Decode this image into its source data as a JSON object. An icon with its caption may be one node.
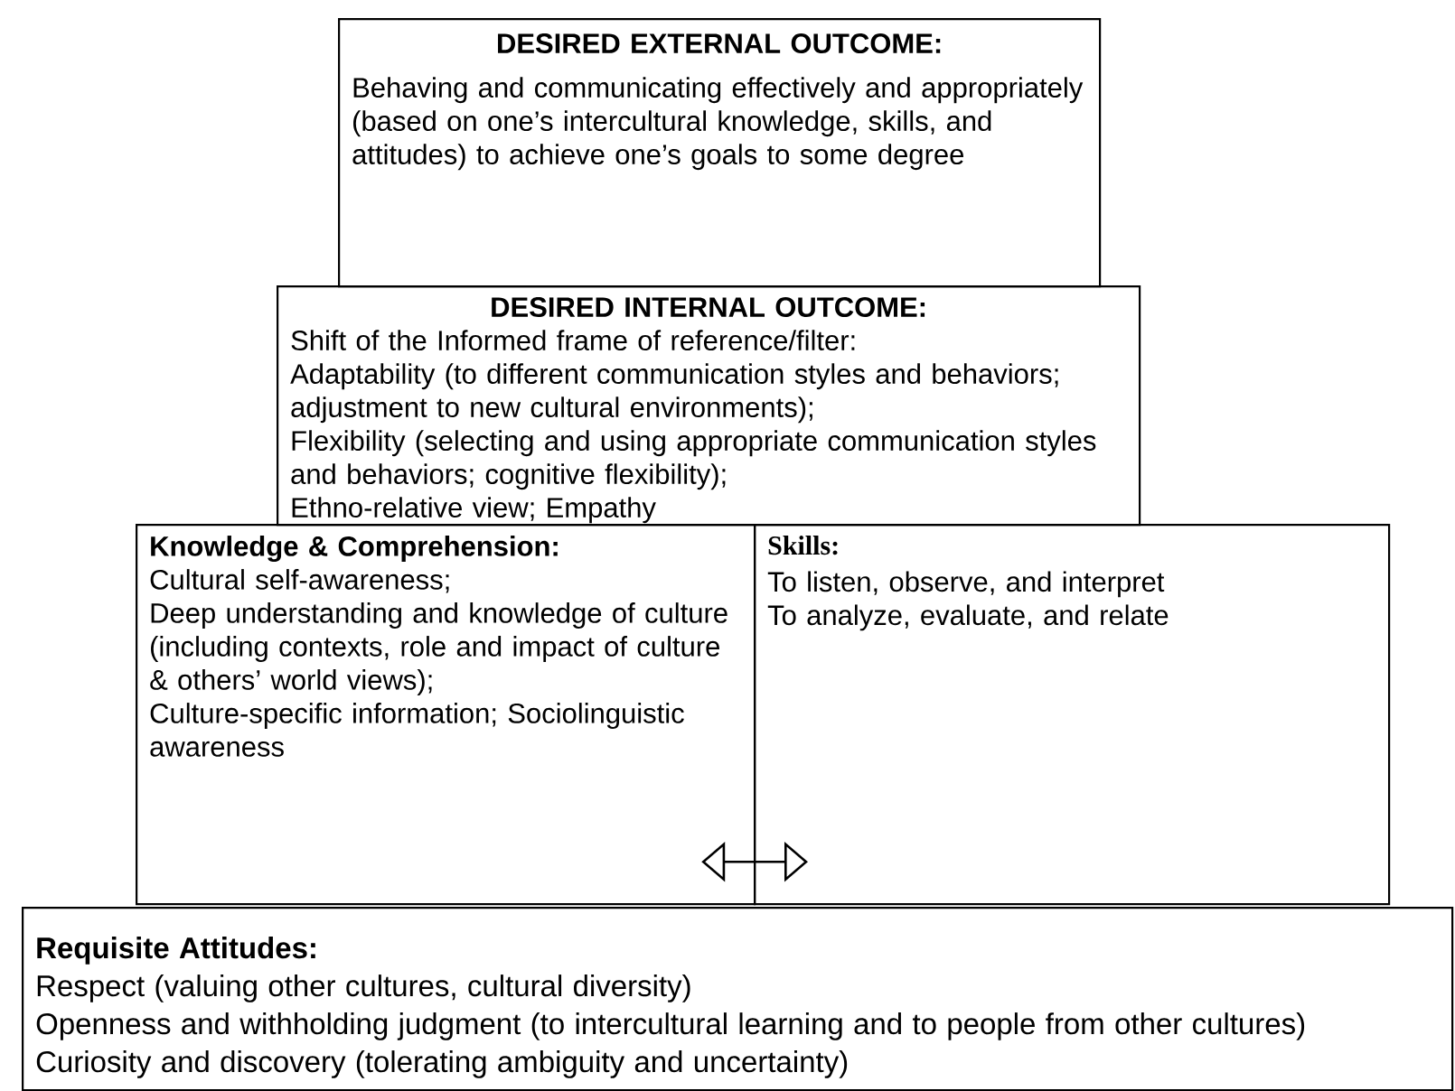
{
  "diagram": {
    "nodes": [
      {
        "text": [
          "DESIRED EXTERNAL OUTCOME:",
          "Behaving and communicating effectively and appropriately (based on one’s intercultural knowledge, skills, and attitudes) to achieve one’s goals to some degree"
        ]
      },
      {
        "text": [
          "DESIRED INTERNAL OUTCOME:",
          "Shift of the Informed frame of reference/filter:",
          "Adaptability (to different communication styles and behaviors; adjustment to new cultural environments);",
          "Flexibility (selecting and using appropriate communication styles and behaviors; cognitive flexibility);",
          "Ethno-relative view; Empathy"
        ]
      },
      {
        "text": [
          "Knowledge & Comprehension:",
          "Cultural self-awareness;",
          "Deep understanding and knowledge of culture (including contexts, role and impact of culture & others’ world views);",
          "Culture-specific information; Sociolinguistic awareness"
        ]
      },
      {
        "text": [
          "Skills:",
          "To listen, observe, and interpret",
          "To analyze, evaluate, and relate"
        ]
      },
      {
        "text": [
          "Requisite Attitudes:",
          "Respect (valuing other cultures, cultural diversity)",
          "Openness and withholding judgment (to intercultural learning and to people from other cultures)",
          "Curiosity and discovery (tolerating ambiguity and uncertainty)"
        ]
      }
    ],
    "edges": [
      {
        "from": 2,
        "to": 3,
        "arrow": "both"
      }
    ]
  }
}
